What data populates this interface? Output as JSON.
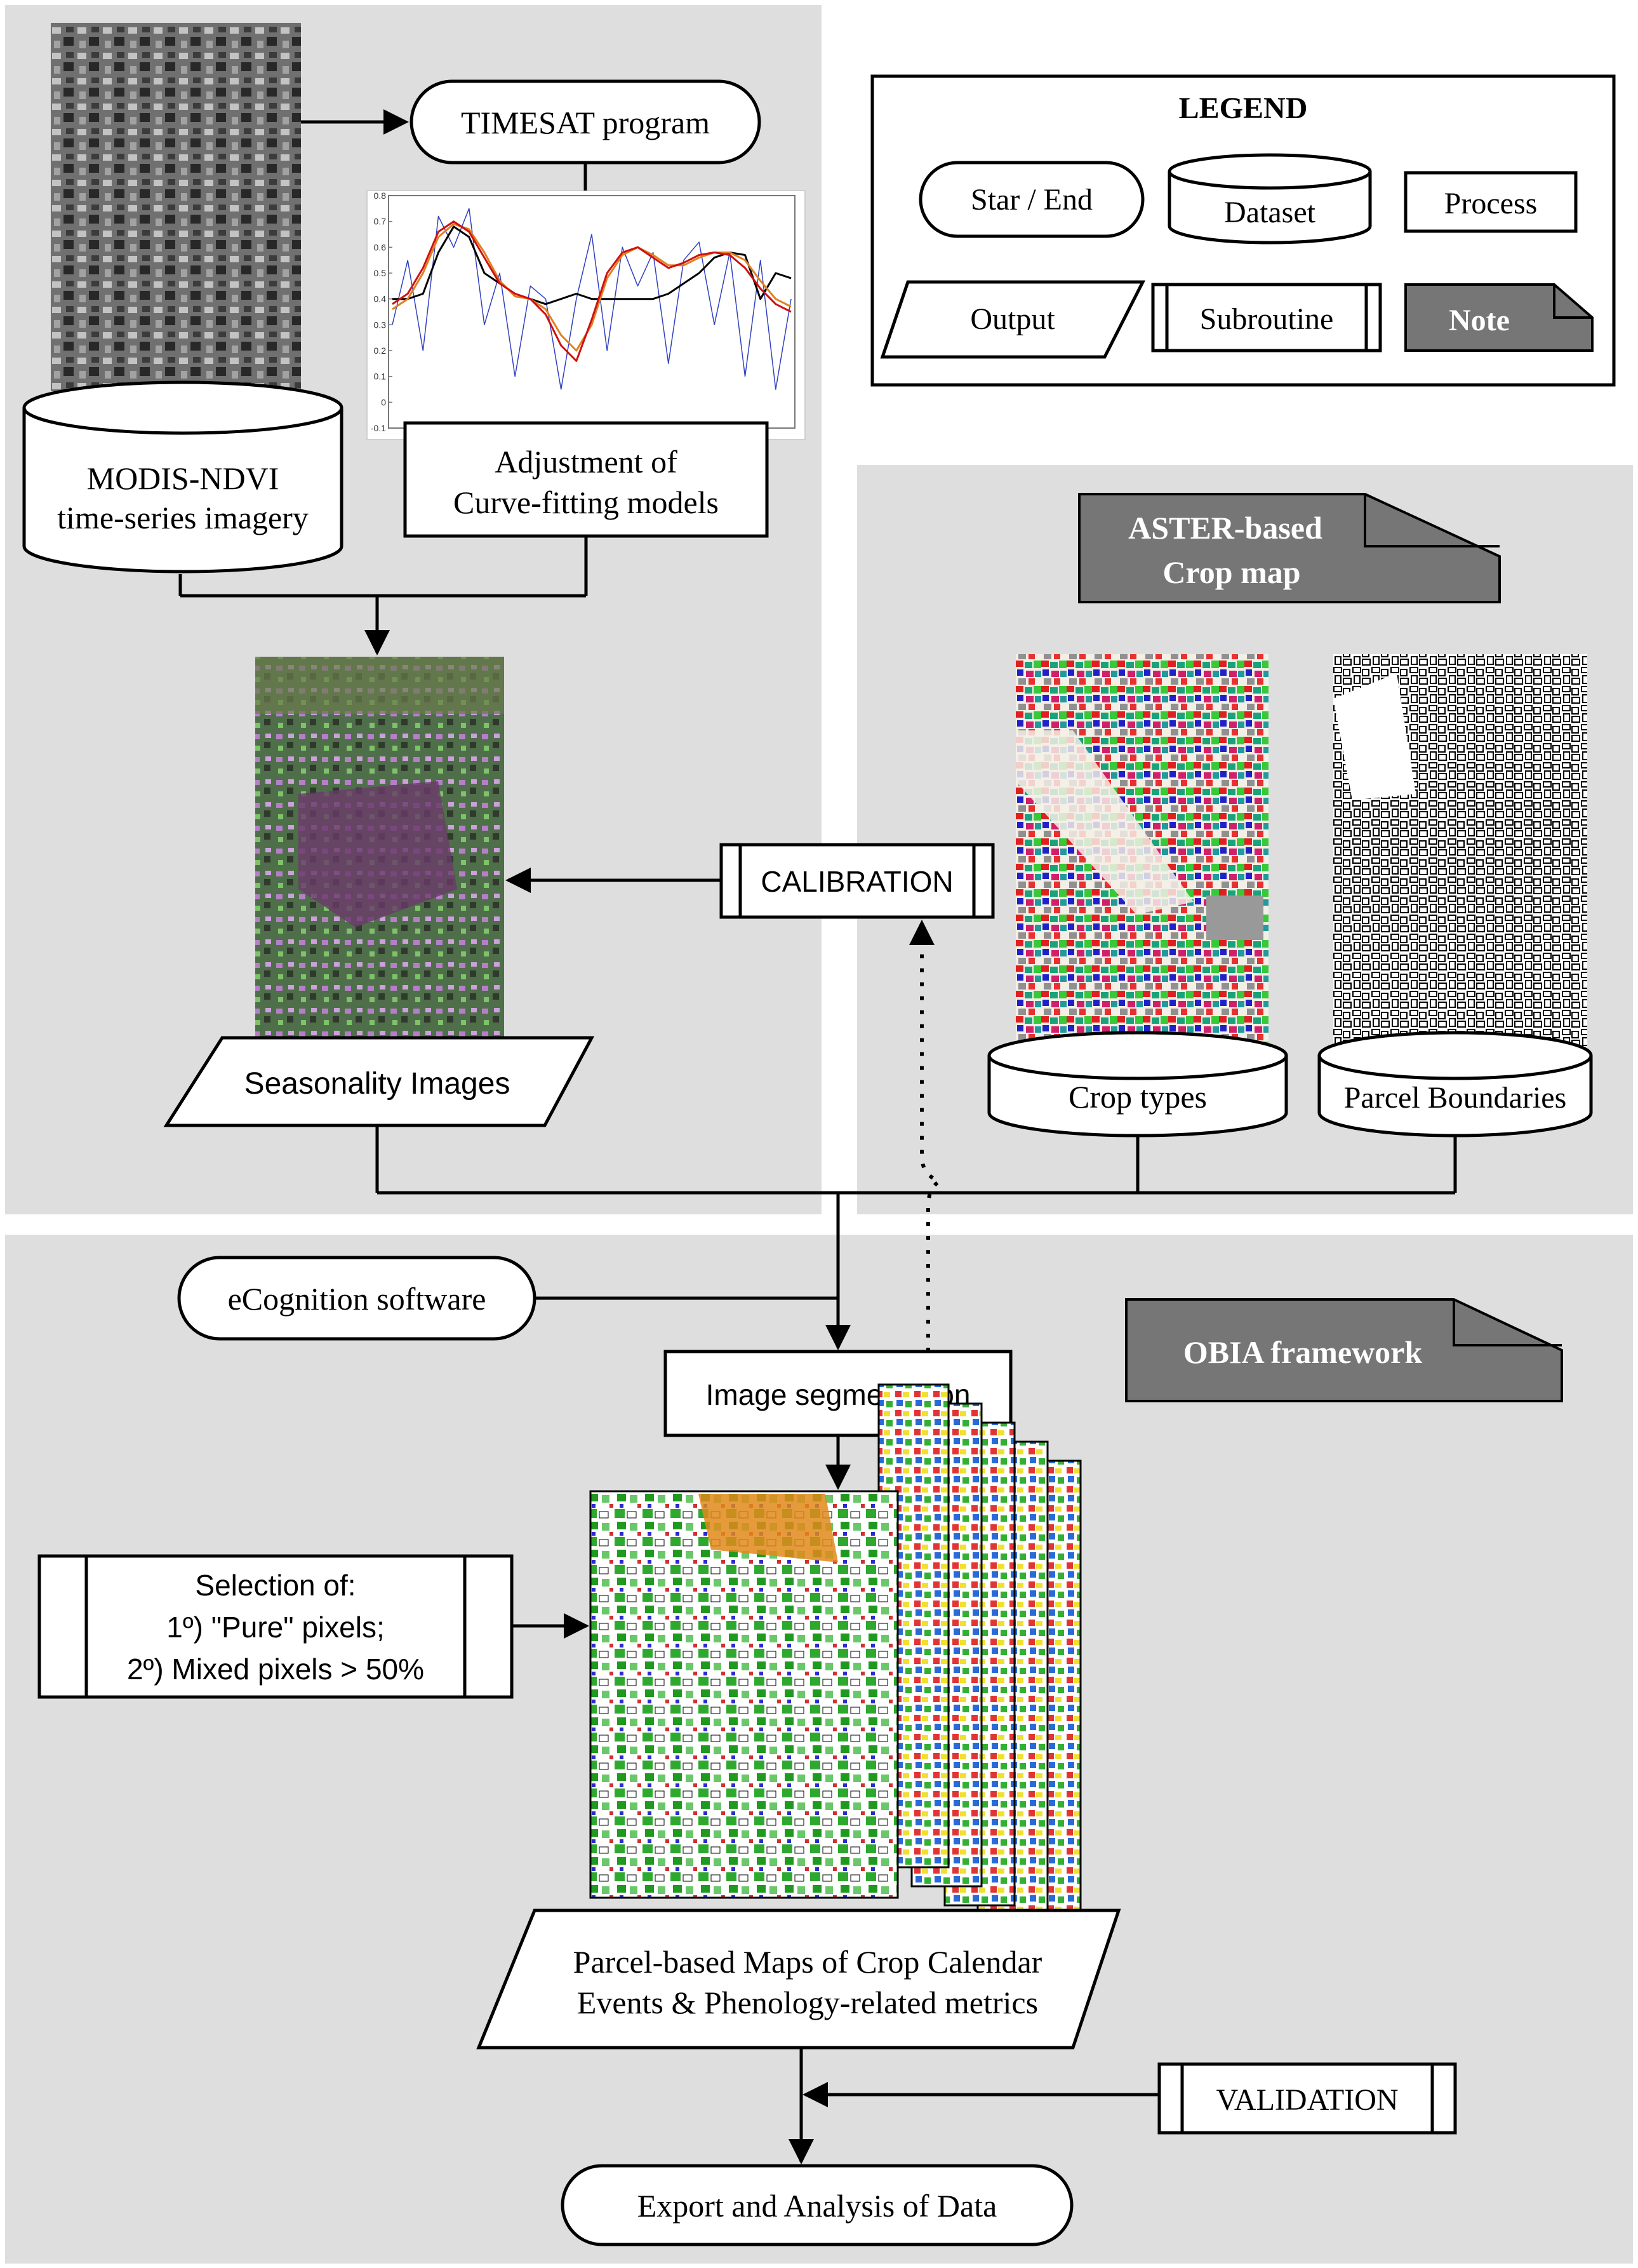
{
  "colors": {
    "panel": "#dedede",
    "line": "#000000",
    "note_fill": "#767676",
    "note_text": "#ffffff",
    "box_fill": "#ffffff"
  },
  "legend": {
    "title": "LEGEND",
    "start_end": "Star / End",
    "dataset": "Dataset",
    "process": "Process",
    "output": "Output",
    "subroutine": "Subroutine",
    "note": "Note"
  },
  "nodes": {
    "timesat": "TIMESAT program",
    "modis_line1": "MODIS-NDVI",
    "modis_line2": "time-series imagery",
    "adjust_line1": "Adjustment of",
    "adjust_line2": "Curve-fitting models",
    "aster_line1": "ASTER-based",
    "aster_line2": "Crop map",
    "calibration": "CALIBRATION",
    "seasonality": "Seasonality Images",
    "crop_types": "Crop types",
    "parcel_boundaries": "Parcel Boundaries",
    "ecognition": "eCognition software",
    "obia": "OBIA framework",
    "segmentation": "Image segmentation",
    "selection_line1": "Selection of:",
    "selection_line2": "1º) \"Pure\" pixels;",
    "selection_line3": "2º) Mixed pixels > 50%",
    "parcel_maps_line1": "Parcel-based Maps of Crop Calendar",
    "parcel_maps_line2": "Events & Phenology-related metrics",
    "validation": "VALIDATION",
    "export": "Export and Analysis of Data"
  },
  "chart_data": {
    "type": "line",
    "title": "",
    "xlabel": "",
    "ylabel": "",
    "ylim": [
      -0.1,
      0.8
    ],
    "yticks": [
      "0.8",
      "0.7",
      "0.6",
      "0.5",
      "0.4",
      "0.3",
      "0.2",
      "0.1",
      "0",
      "-0.1"
    ],
    "series": [
      {
        "values": [
          0.38,
          0.42,
          0.52,
          0.66,
          0.7,
          0.66,
          0.56,
          0.46,
          0.42,
          0.4,
          0.34,
          0.22,
          0.16,
          0.32,
          0.5,
          0.58,
          0.6,
          0.56,
          0.52,
          0.54,
          0.57,
          0.58,
          0.57,
          0.52,
          0.44,
          0.38,
          0.35
        ]
      },
      {
        "values": [
          0.36,
          0.4,
          0.5,
          0.64,
          0.69,
          0.67,
          0.58,
          0.47,
          0.41,
          0.4,
          0.36,
          0.26,
          0.2,
          0.3,
          0.48,
          0.57,
          0.6,
          0.57,
          0.53,
          0.53,
          0.56,
          0.58,
          0.58,
          0.55,
          0.47,
          0.4,
          0.37
        ]
      },
      {
        "values": [
          0.4,
          0.4,
          0.42,
          0.58,
          0.68,
          0.64,
          0.5,
          0.46,
          0.42,
          0.4,
          0.38,
          0.4,
          0.42,
          0.4,
          0.4,
          0.4,
          0.4,
          0.4,
          0.42,
          0.46,
          0.5,
          0.56,
          0.58,
          0.57,
          0.4,
          0.5,
          0.48
        ]
      },
      {
        "values": [
          0.3,
          0.55,
          0.2,
          0.72,
          0.6,
          0.75,
          0.3,
          0.5,
          0.1,
          0.45,
          0.4,
          0.05,
          0.4,
          0.65,
          0.2,
          0.6,
          0.45,
          0.58,
          0.15,
          0.55,
          0.62,
          0.3,
          0.58,
          0.1,
          0.55,
          0.05,
          0.4
        ]
      }
    ]
  }
}
